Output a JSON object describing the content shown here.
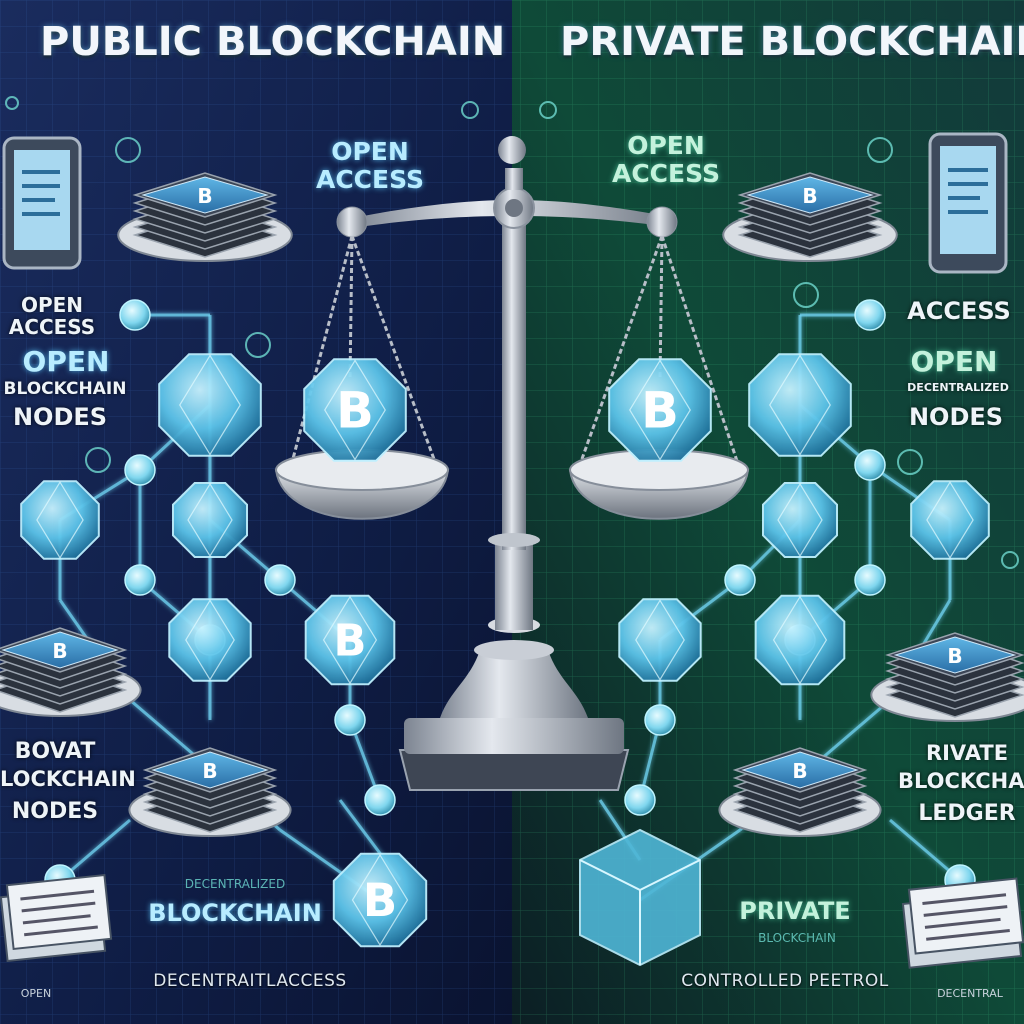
{
  "titles": {
    "left": "PUBLIC BLOCKCHAIN",
    "right": "PRIVATE BLOCKCHAINS"
  },
  "left_labels": {
    "open_access": "OPEN ACCESS",
    "access_side": "OPEN ACCESS",
    "open_nodes_1": "OPEN",
    "open_nodes_2": "BLOCKCHAIN",
    "open_nodes_3": "NODES",
    "bottom_nodes_1": "BOVAT",
    "bottom_nodes_2": "LOCKCHAIN",
    "bottom_nodes_3": "NODES",
    "decentralized": "DECENTRALIZED",
    "blockchain": "BLOCKCHAIN",
    "footer": "DECENTRAITLACCESS",
    "corner": "OPEN"
  },
  "right_labels": {
    "open_access": "OPEN ACCESS",
    "access_side": "ACCESS",
    "open_nodes_1": "OPEN",
    "open_nodes_2": "DECENTRALIZED",
    "open_nodes_3": "NODES",
    "ledger_1": "RIVATE",
    "ledger_2": "BLOCKCHA",
    "ledger_3": "LEDGER",
    "private": "PRIVATE",
    "blockchain": "BLOCKCHAIN",
    "footer": "CONTROLLED PEETROL",
    "corner": "DECENTRAL"
  },
  "icons": {
    "coin_symbol": "B"
  },
  "colors": {
    "left_bg": "#10204a",
    "right_bg": "#0e3a30",
    "grid_left": "#2d5fa8",
    "grid_right": "#2fae7a",
    "crystal": "#5ec8f0",
    "scale_metal": "#c9ced6"
  }
}
